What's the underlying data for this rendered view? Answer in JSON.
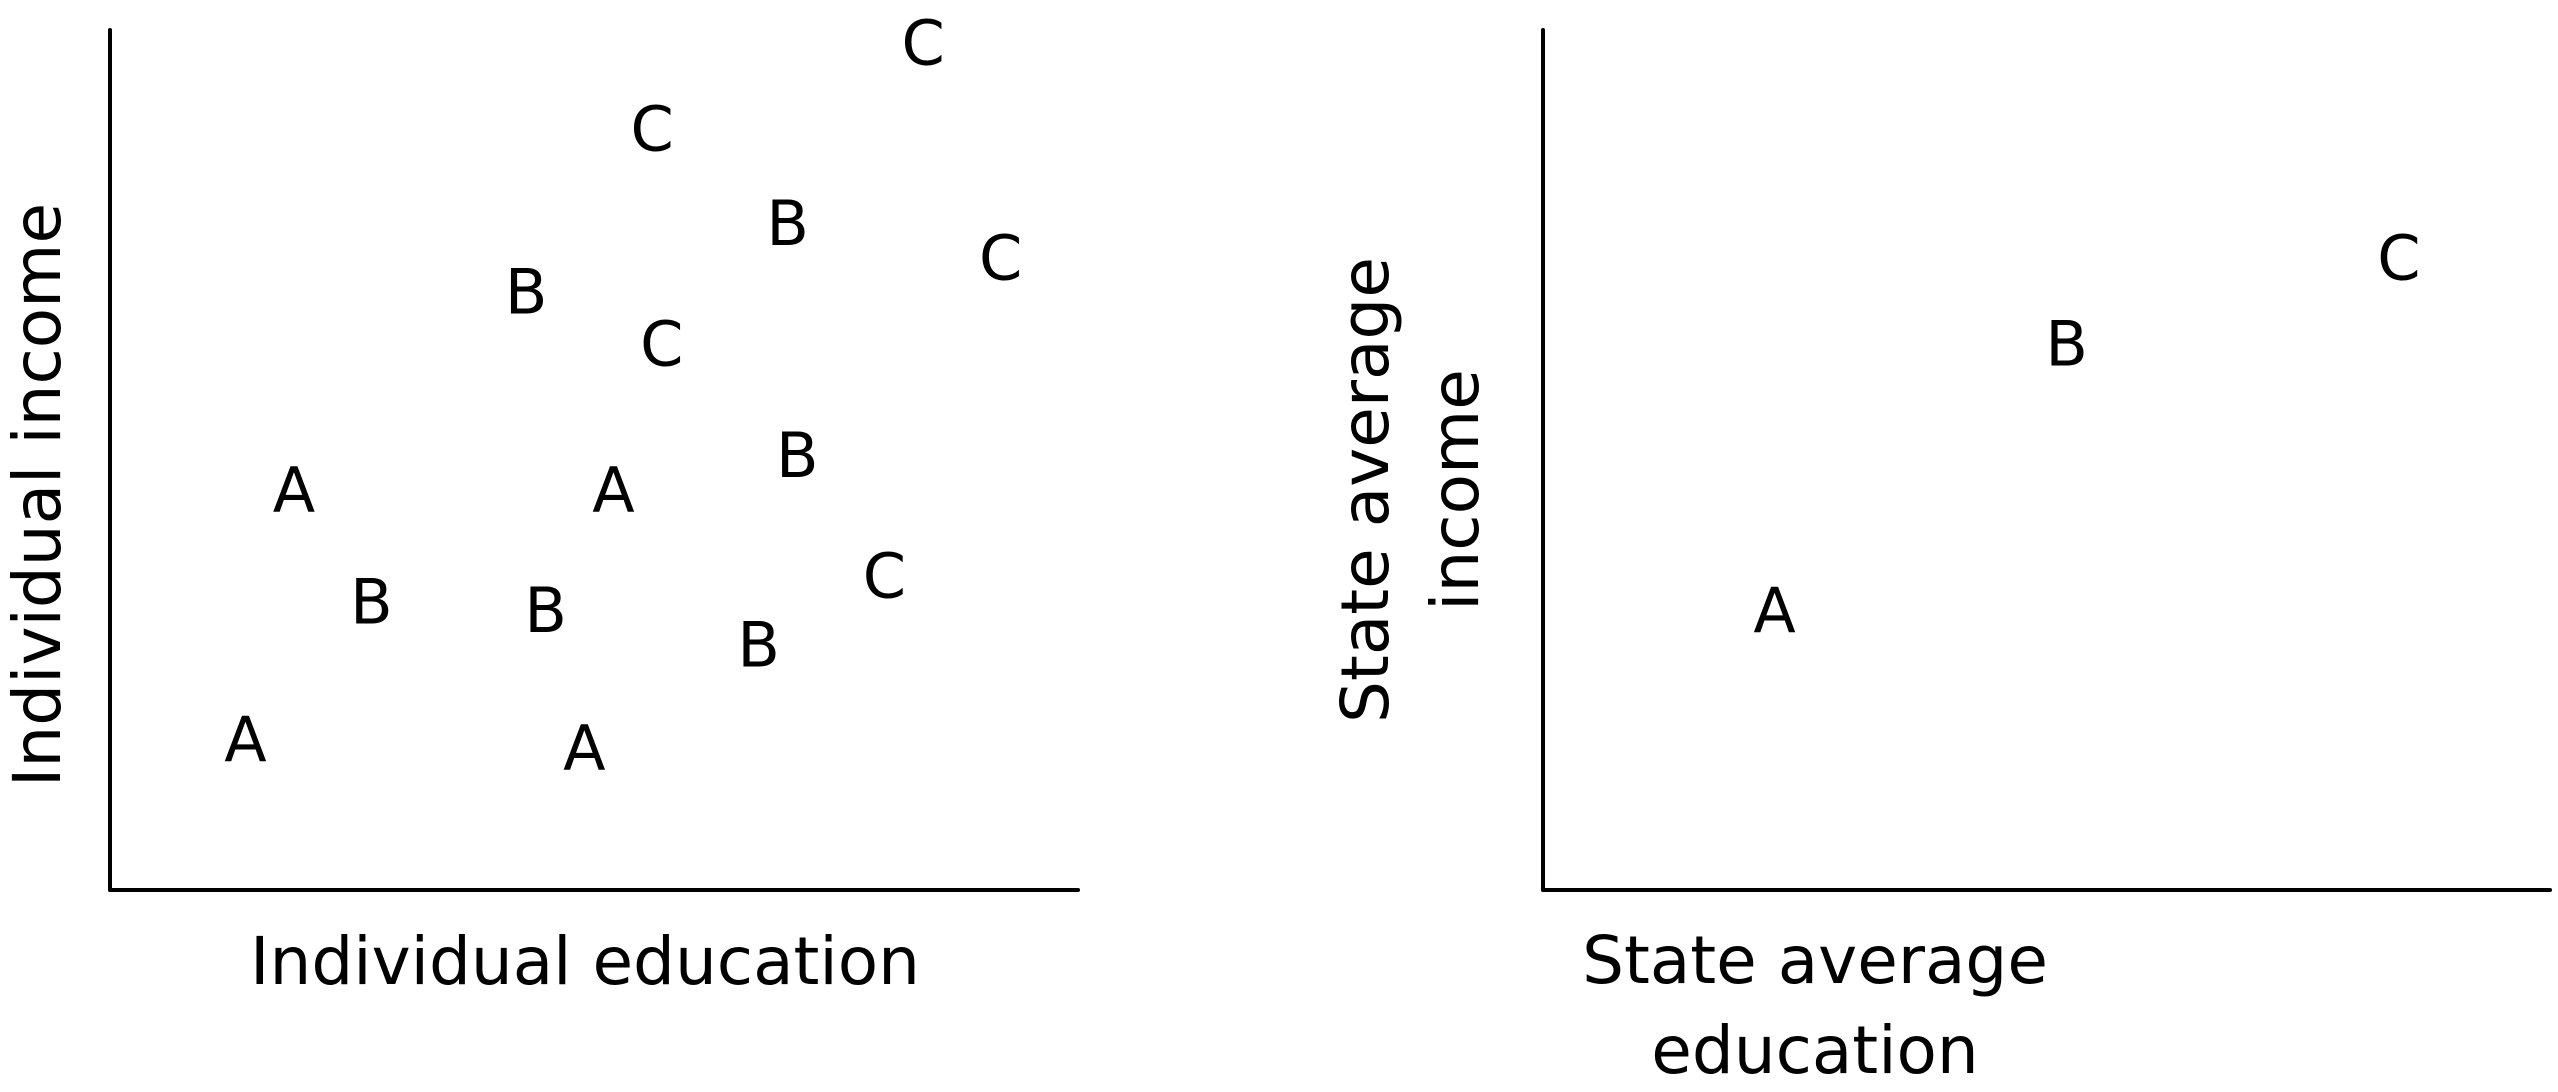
{
  "chart_data": [
    {
      "type": "scatter",
      "title": "",
      "xlabel": "Individual education",
      "ylabel": "Individual income",
      "xlim": [
        0,
        10
      ],
      "ylim": [
        0,
        10
      ],
      "grid": false,
      "legend": "none",
      "ticks": false,
      "points": [
        {
          "label": "A",
          "x": 1.4,
          "y": 1.7
        },
        {
          "label": "A",
          "x": 1.9,
          "y": 4.6
        },
        {
          "label": "A",
          "x": 4.9,
          "y": 1.6
        },
        {
          "label": "A",
          "x": 5.2,
          "y": 4.6
        },
        {
          "label": "B",
          "x": 2.7,
          "y": 3.3
        },
        {
          "label": "B",
          "x": 4.5,
          "y": 3.2
        },
        {
          "label": "B",
          "x": 4.3,
          "y": 6.9
        },
        {
          "label": "B",
          "x": 6.7,
          "y": 2.8
        },
        {
          "label": "B",
          "x": 7.1,
          "y": 5.0
        },
        {
          "label": "B",
          "x": 7.0,
          "y": 7.7
        },
        {
          "label": "C",
          "x": 5.7,
          "y": 6.3
        },
        {
          "label": "C",
          "x": 5.6,
          "y": 8.8
        },
        {
          "label": "C",
          "x": 8.0,
          "y": 3.6
        },
        {
          "label": "C",
          "x": 9.2,
          "y": 7.3
        },
        {
          "label": "C",
          "x": 8.4,
          "y": 9.8
        }
      ]
    },
    {
      "type": "scatter",
      "title": "",
      "xlabel": "State average education",
      "ylabel": "State average income",
      "xlim": [
        0,
        10
      ],
      "ylim": [
        0,
        10
      ],
      "grid": false,
      "legend": "none",
      "ticks": false,
      "points": [
        {
          "label": "A",
          "x": 2.3,
          "y": 3.2
        },
        {
          "label": "B",
          "x": 5.2,
          "y": 6.3
        },
        {
          "label": "C",
          "x": 8.5,
          "y": 7.3
        }
      ]
    }
  ]
}
